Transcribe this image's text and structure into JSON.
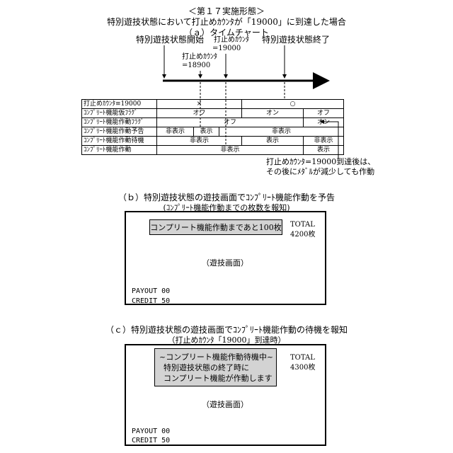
{
  "header": {
    "embodiment": "＜第１７実施形態＞",
    "subtitle": "特別遊技状態において打止めｶｳﾝﾀが「19000」に到達した場合",
    "section_a": "（ａ）タイムチャート"
  },
  "timeline": {
    "start_label": "特別遊技状態開始",
    "counter_19000_label_1": "打止めｶｳﾝﾀ",
    "counter_19000_label_2": "=19000",
    "counter_18900_label_1": "打止めｶｳﾝﾀ",
    "counter_18900_label_2": "=18900",
    "end_label": "特別遊技状態終了"
  },
  "table": {
    "row1": {
      "label": "打止めｶｳﾝﾀ≡19000",
      "v1": "×",
      "v2": "○"
    },
    "row2": {
      "label": "ｺﾝﾌﾟﾘｰﾄ機能仮ﾌﾗｸﾞ",
      "v1": "オフ",
      "v2": "オン",
      "v3": "オフ"
    },
    "row3": {
      "label": "ｺﾝﾌﾟﾘｰﾄ機能作動ﾌﾗｸﾞ",
      "v1": "オフ",
      "v2": "オン"
    },
    "row4": {
      "label": "ｺﾝﾌﾟﾘｰﾄ機能作動予告",
      "v1": "非表示",
      "v2": "表示",
      "v3": "非表示"
    },
    "row5": {
      "label": "ｺﾝﾌﾟﾘｰﾄ機能作動待機",
      "v1": "非表示",
      "v2": "表示",
      "v3": "非表示"
    },
    "row6": {
      "label": "ｺﾝﾌﾟﾘｰﾄ機能作動",
      "v1": "非表示",
      "v2": "表示"
    }
  },
  "note": {
    "line1": "打止めｶｳﾝﾀ=19000到達後は、",
    "line2": "その後にﾒﾀﾞﾙが減少しても作動"
  },
  "section_b": {
    "title": "（ｂ）特別遊技状態の遊技画面でｺﾝﾌﾟﾘｰﾄ機能作動を予告",
    "subtitle": "(ｺﾝﾌﾟﾘｰﾄ機能作動までの枚数を報知)",
    "message": "コンプリート機能作動まであと100枚",
    "total_label": "TOTAL",
    "total_value": "4200枚",
    "center_text": "（遊技画面）",
    "payout": "PAYOUT 00",
    "credit": "CREDIT 50"
  },
  "section_c": {
    "title": "（ｃ）特別遊技状態の遊技画面でｺﾝﾌﾟﾘｰﾄ機能作動の待機を報知",
    "subtitle": "（打止めｶｳﾝﾀ「19000」到達時）",
    "message_line1": "~コンプリート機能作動待機中~",
    "message_line2": "特別遊技状態の終了時に",
    "message_line3": "コンプリート機能が作動します",
    "total_label": "TOTAL",
    "total_value": "4300枚",
    "center_text": "（遊技画面）",
    "payout": "PAYOUT 00",
    "credit": "CREDIT 50"
  }
}
